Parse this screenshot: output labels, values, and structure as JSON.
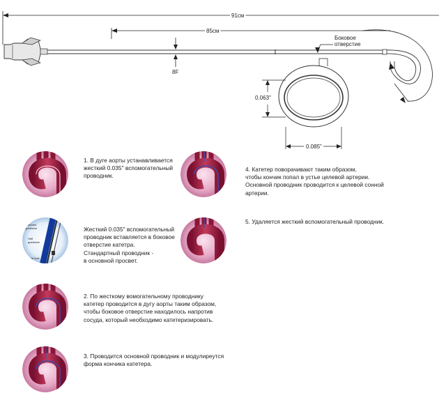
{
  "catheter": {
    "length_total": "91см",
    "length_working": "85см",
    "size": "8F",
    "side_hole_label": [
      "Боковое",
      "отверстие"
    ],
    "inner_diameter": "0.063\"",
    "outer_diameter": "0.085\""
  },
  "steps": [
    {
      "lines": [
        "1. В дуге аорты устанавливается",
        "жесткий 0.035\" вспомогательный",
        "проводник."
      ]
    },
    {
      "lines": [
        "Жесткий 0.035\" вспомогательный",
        "проводник вставляется в боковое",
        "отверстие катетра.",
        "Стандартный проводник -",
        "в основной просвет."
      ]
    },
    {
      "lines": [
        "2. По жесткому вомогательному проводнику",
        "катетер проводится в дугу аорты таким образом,",
        "чтобы боковое отверстие находилось напротив",
        "сосуда, который необходимо катетеризировать."
      ]
    },
    {
      "lines": [
        "3. Проводится основной проводник и модулиреутся",
        "форма кончика катетера."
      ]
    },
    {
      "lines": [
        "4. Катетер поворачивают таким образом,",
        "чтобы кончик попал в устье целевой артерии.",
        "Основной проводник проводится к целевой сонной",
        "артерии."
      ]
    },
    {
      "lines": [
        "5. Удаляется жесткий вспомогательный проводник."
      ]
    }
  ],
  "closeup_labels": {
    "standard": [
      "Standard",
      "guidewire"
    ],
    "stiff": [
      "Stiff",
      "guidewire"
    ],
    "side_hole": "Side hole"
  }
}
